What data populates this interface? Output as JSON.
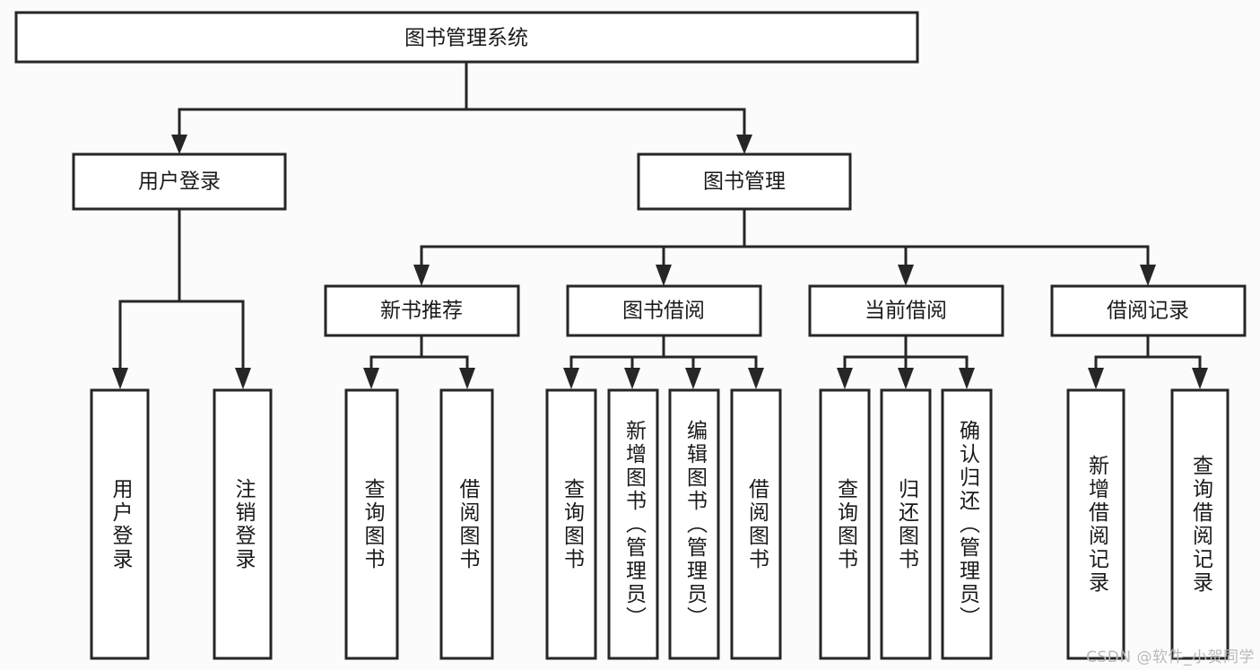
{
  "diagram": {
    "type": "hierarchy-tree",
    "title": "图书管理系统",
    "orientation": "top-down",
    "levels": 4,
    "nodes": {
      "root": {
        "label": "图书管理系统",
        "level": 0,
        "text_direction": "horizontal"
      },
      "l1_0": {
        "label": "用户登录",
        "level": 1,
        "text_direction": "horizontal"
      },
      "l1_1": {
        "label": "图书管理",
        "level": 1,
        "text_direction": "horizontal"
      },
      "l2_0": {
        "label": "新书推荐",
        "level": 2,
        "text_direction": "horizontal"
      },
      "l2_1": {
        "label": "图书借阅",
        "level": 2,
        "text_direction": "horizontal"
      },
      "l2_2": {
        "label": "当前借阅",
        "level": 2,
        "text_direction": "horizontal"
      },
      "l2_3": {
        "label": "借阅记录",
        "level": 2,
        "text_direction": "horizontal"
      },
      "leaf_0": {
        "label": "用户登录",
        "level": 3,
        "text_direction": "vertical"
      },
      "leaf_1": {
        "label": "注销登录",
        "level": 3,
        "text_direction": "vertical"
      },
      "leaf_2": {
        "label": "查询图书",
        "level": 3,
        "text_direction": "vertical"
      },
      "leaf_3": {
        "label": "借阅图书",
        "level": 3,
        "text_direction": "vertical"
      },
      "leaf_4": {
        "label": "查询图书",
        "level": 3,
        "text_direction": "vertical"
      },
      "leaf_5": {
        "label": "新增图书（管理员）",
        "level": 3,
        "text_direction": "vertical"
      },
      "leaf_6": {
        "label": "编辑图书（管理员）",
        "level": 3,
        "text_direction": "vertical"
      },
      "leaf_7": {
        "label": "借阅图书",
        "level": 3,
        "text_direction": "vertical"
      },
      "leaf_8": {
        "label": "查询图书",
        "level": 3,
        "text_direction": "vertical"
      },
      "leaf_9": {
        "label": "归还图书",
        "level": 3,
        "text_direction": "vertical"
      },
      "leaf_10": {
        "label": "确认归还（管理员）",
        "level": 3,
        "text_direction": "vertical"
      },
      "leaf_11": {
        "label": "新增借阅记录",
        "level": 3,
        "text_direction": "vertical"
      },
      "leaf_12": {
        "label": "查询借阅记录",
        "level": 3,
        "text_direction": "vertical"
      }
    },
    "edges": [
      {
        "from": "root",
        "to": "l1_0"
      },
      {
        "from": "root",
        "to": "l1_1"
      },
      {
        "from": "l1_0",
        "to": "leaf_0"
      },
      {
        "from": "l1_0",
        "to": "leaf_1"
      },
      {
        "from": "l1_1",
        "to": "l2_0"
      },
      {
        "from": "l1_1",
        "to": "l2_1"
      },
      {
        "from": "l1_1",
        "to": "l2_2"
      },
      {
        "from": "l1_1",
        "to": "l2_3"
      },
      {
        "from": "l2_0",
        "to": "leaf_2"
      },
      {
        "from": "l2_0",
        "to": "leaf_3"
      },
      {
        "from": "l2_1",
        "to": "leaf_4"
      },
      {
        "from": "l2_1",
        "to": "leaf_5"
      },
      {
        "from": "l2_1",
        "to": "leaf_6"
      },
      {
        "from": "l2_1",
        "to": "leaf_7"
      },
      {
        "from": "l2_2",
        "to": "leaf_8"
      },
      {
        "from": "l2_2",
        "to": "leaf_9"
      },
      {
        "from": "l2_2",
        "to": "leaf_10"
      },
      {
        "from": "l2_3",
        "to": "leaf_11"
      },
      {
        "from": "l2_3",
        "to": "leaf_12"
      }
    ],
    "colors": {
      "box_fill": "#ffffff",
      "box_stroke": "#262626",
      "connector": "#262626",
      "text": "#1a1a1a",
      "background": "#fbfbfb",
      "watermark": "#b9b9b9"
    }
  },
  "watermark": {
    "text": "CSDN @软件_小贺同学"
  }
}
